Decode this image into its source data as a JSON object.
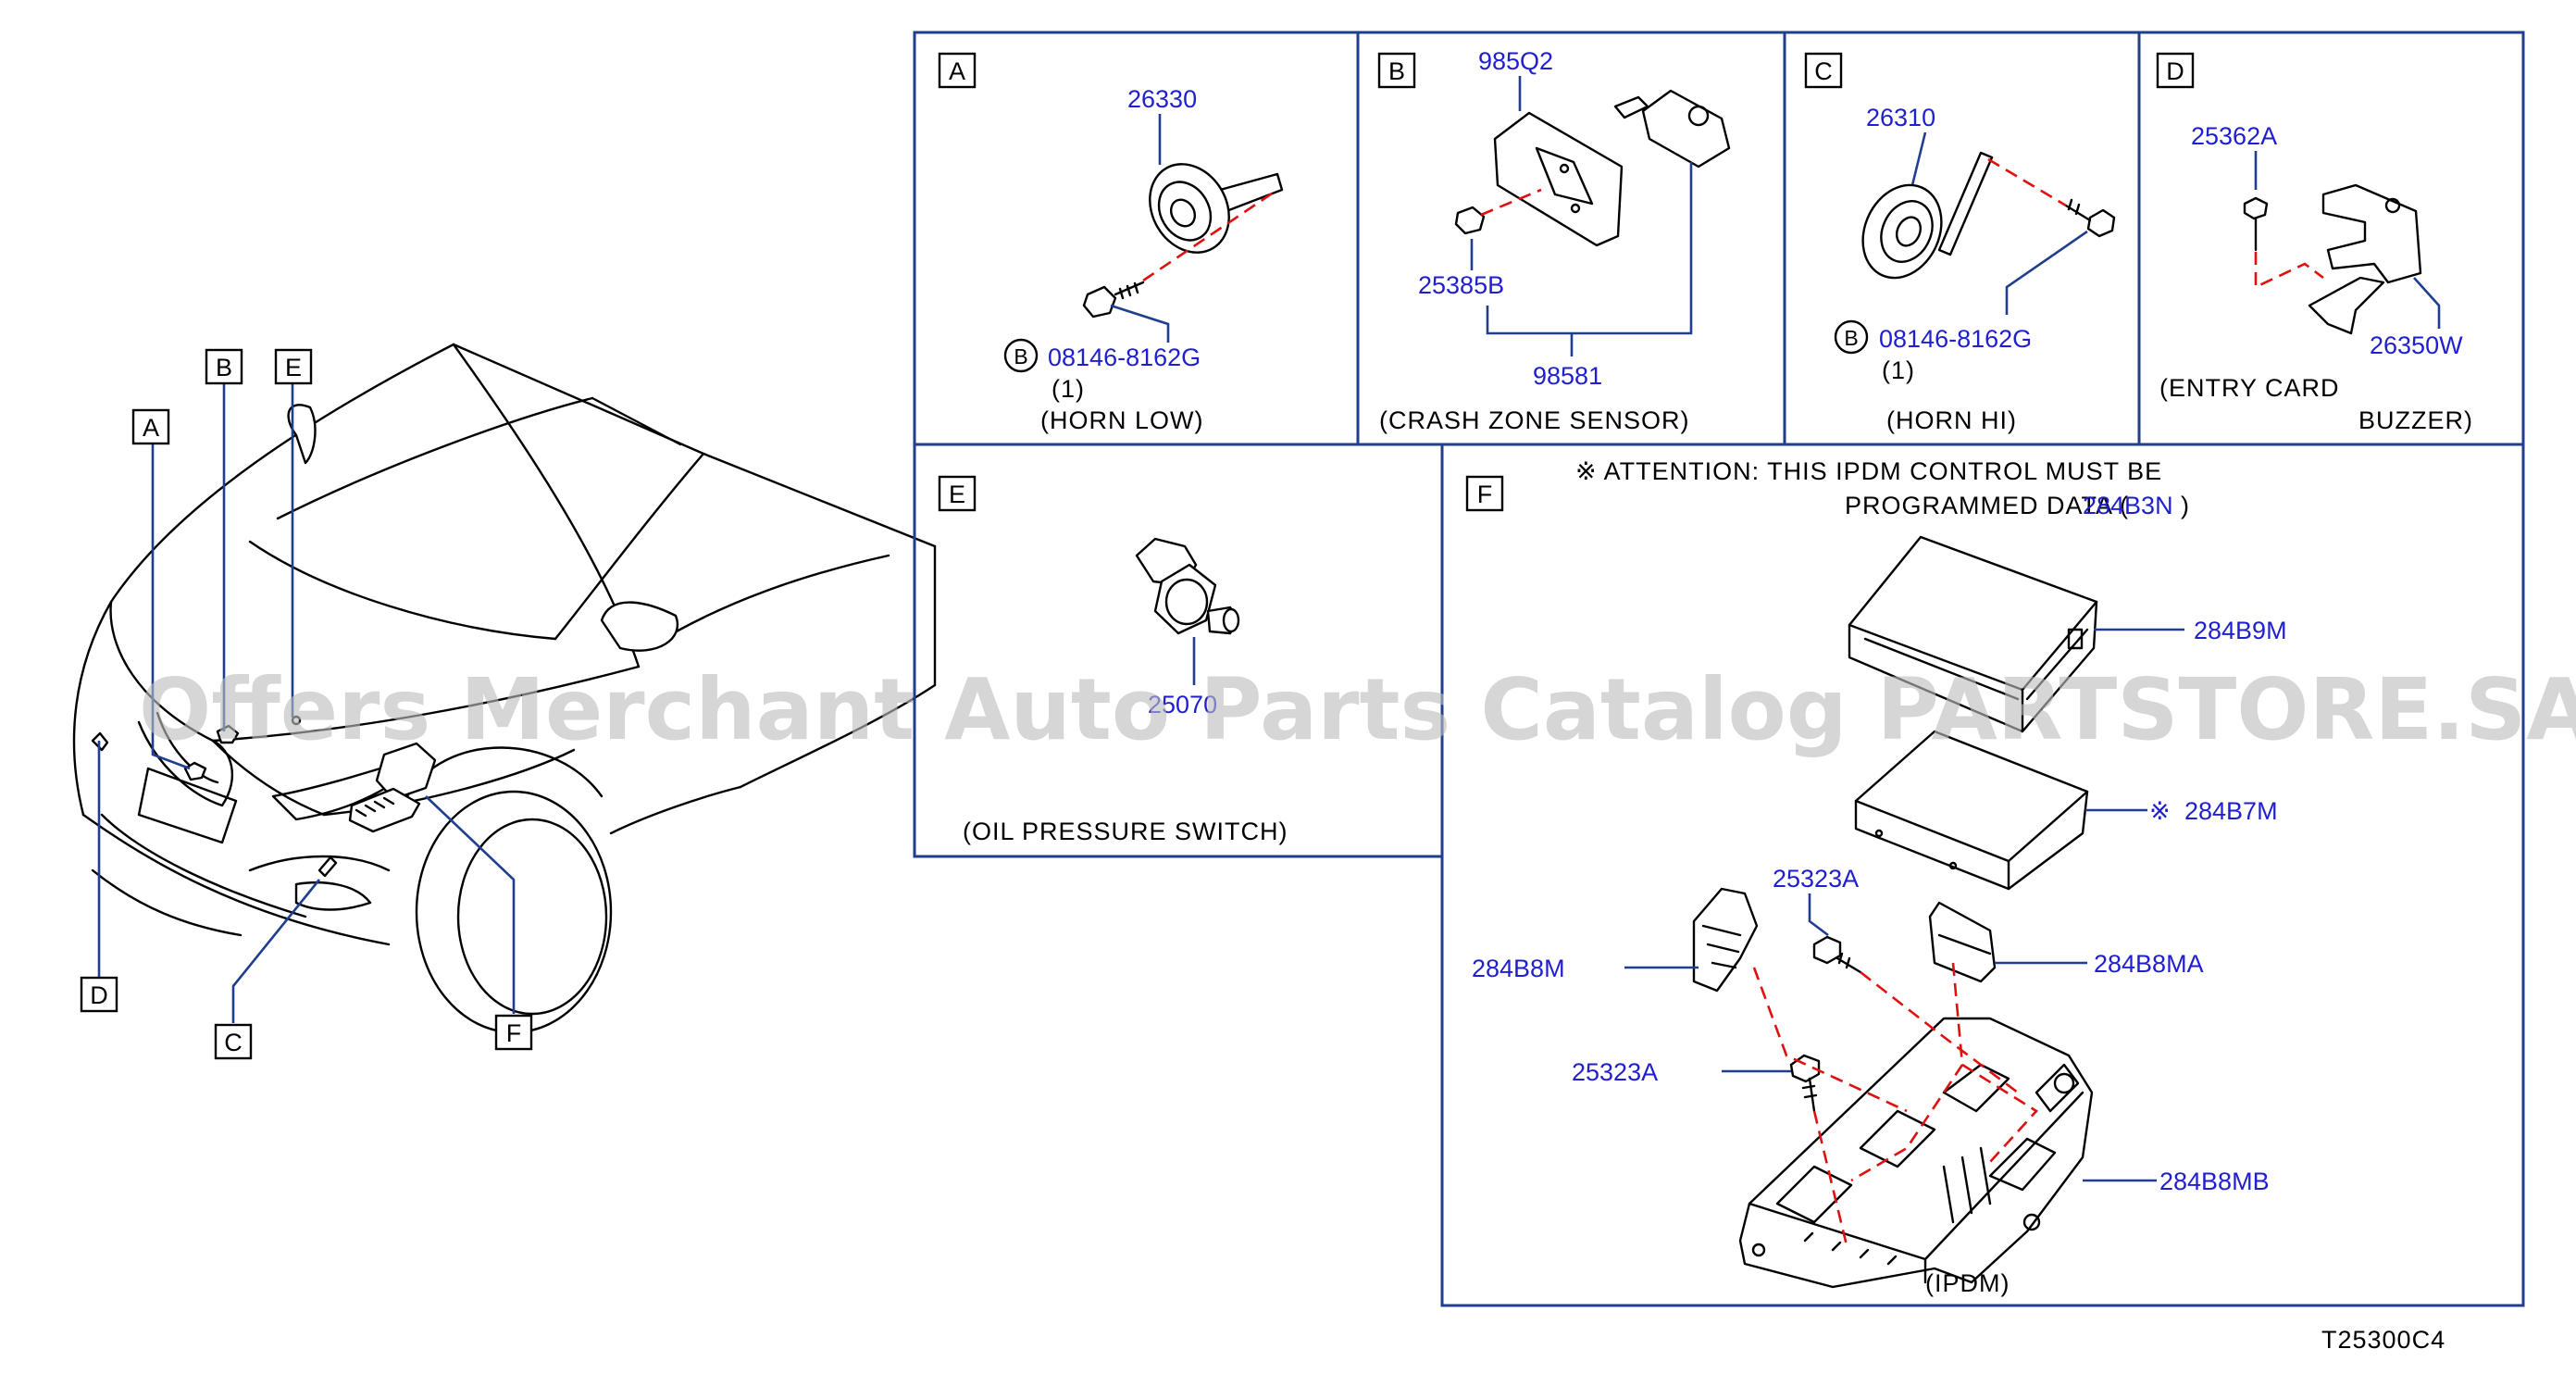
{
  "callouts": {
    "a": "A",
    "b": "B",
    "c": "C",
    "d": "D",
    "e": "E",
    "f": "F"
  },
  "panels": {
    "a": {
      "letter": "A",
      "part": "26330",
      "bolt": "08146-8162G",
      "bolt_marker": "B",
      "qty": "(1)",
      "caption": "(HORN   LOW)"
    },
    "b": {
      "letter": "B",
      "part_top": "985Q2",
      "part_nut": "25385B",
      "part_sensor": "98581",
      "caption": "(CRASH   ZONE   SENSOR)"
    },
    "c": {
      "letter": "C",
      "part": "26310",
      "bolt": "08146-8162G",
      "bolt_marker": "B",
      "qty": "(1)",
      "caption": "(HORN   HI)"
    },
    "d": {
      "letter": "D",
      "part_bolt": "25362A",
      "part_buzzer": "26350W",
      "caption_1": "(ENTRY   CARD",
      "caption_2": "BUZZER)"
    },
    "e": {
      "letter": "E",
      "part": "25070",
      "caption": "(OIL   PRESSURE   SWITCH)"
    },
    "f": {
      "letter": "F",
      "attention_1": "※ ATTENTION:  THIS  IPDM  CONTROL  MUST  BE",
      "attention_2": "PROGRAMMED   DATA  (",
      "attention_code": "284B3N",
      "attention_close": ")",
      "p_284b9m": "284B9M",
      "p_284b7m_mark": "※",
      "p_284b7m": "284B7M",
      "p_25323a_1": "25323A",
      "p_284b8m": "284B8M",
      "p_284b8ma": "284B8MA",
      "p_25323a_2": "25323A",
      "p_284b8mb": "284B8MB",
      "caption": "(IPDM)"
    }
  },
  "diagram_code": "T25300C4",
  "watermark": "Offers Merchant Auto Parts Catalog PARTSTORE.SA",
  "colors": {
    "leader": "#1f3e8f",
    "part_number": "#1f1fd0",
    "dash_line": "#e01010"
  }
}
